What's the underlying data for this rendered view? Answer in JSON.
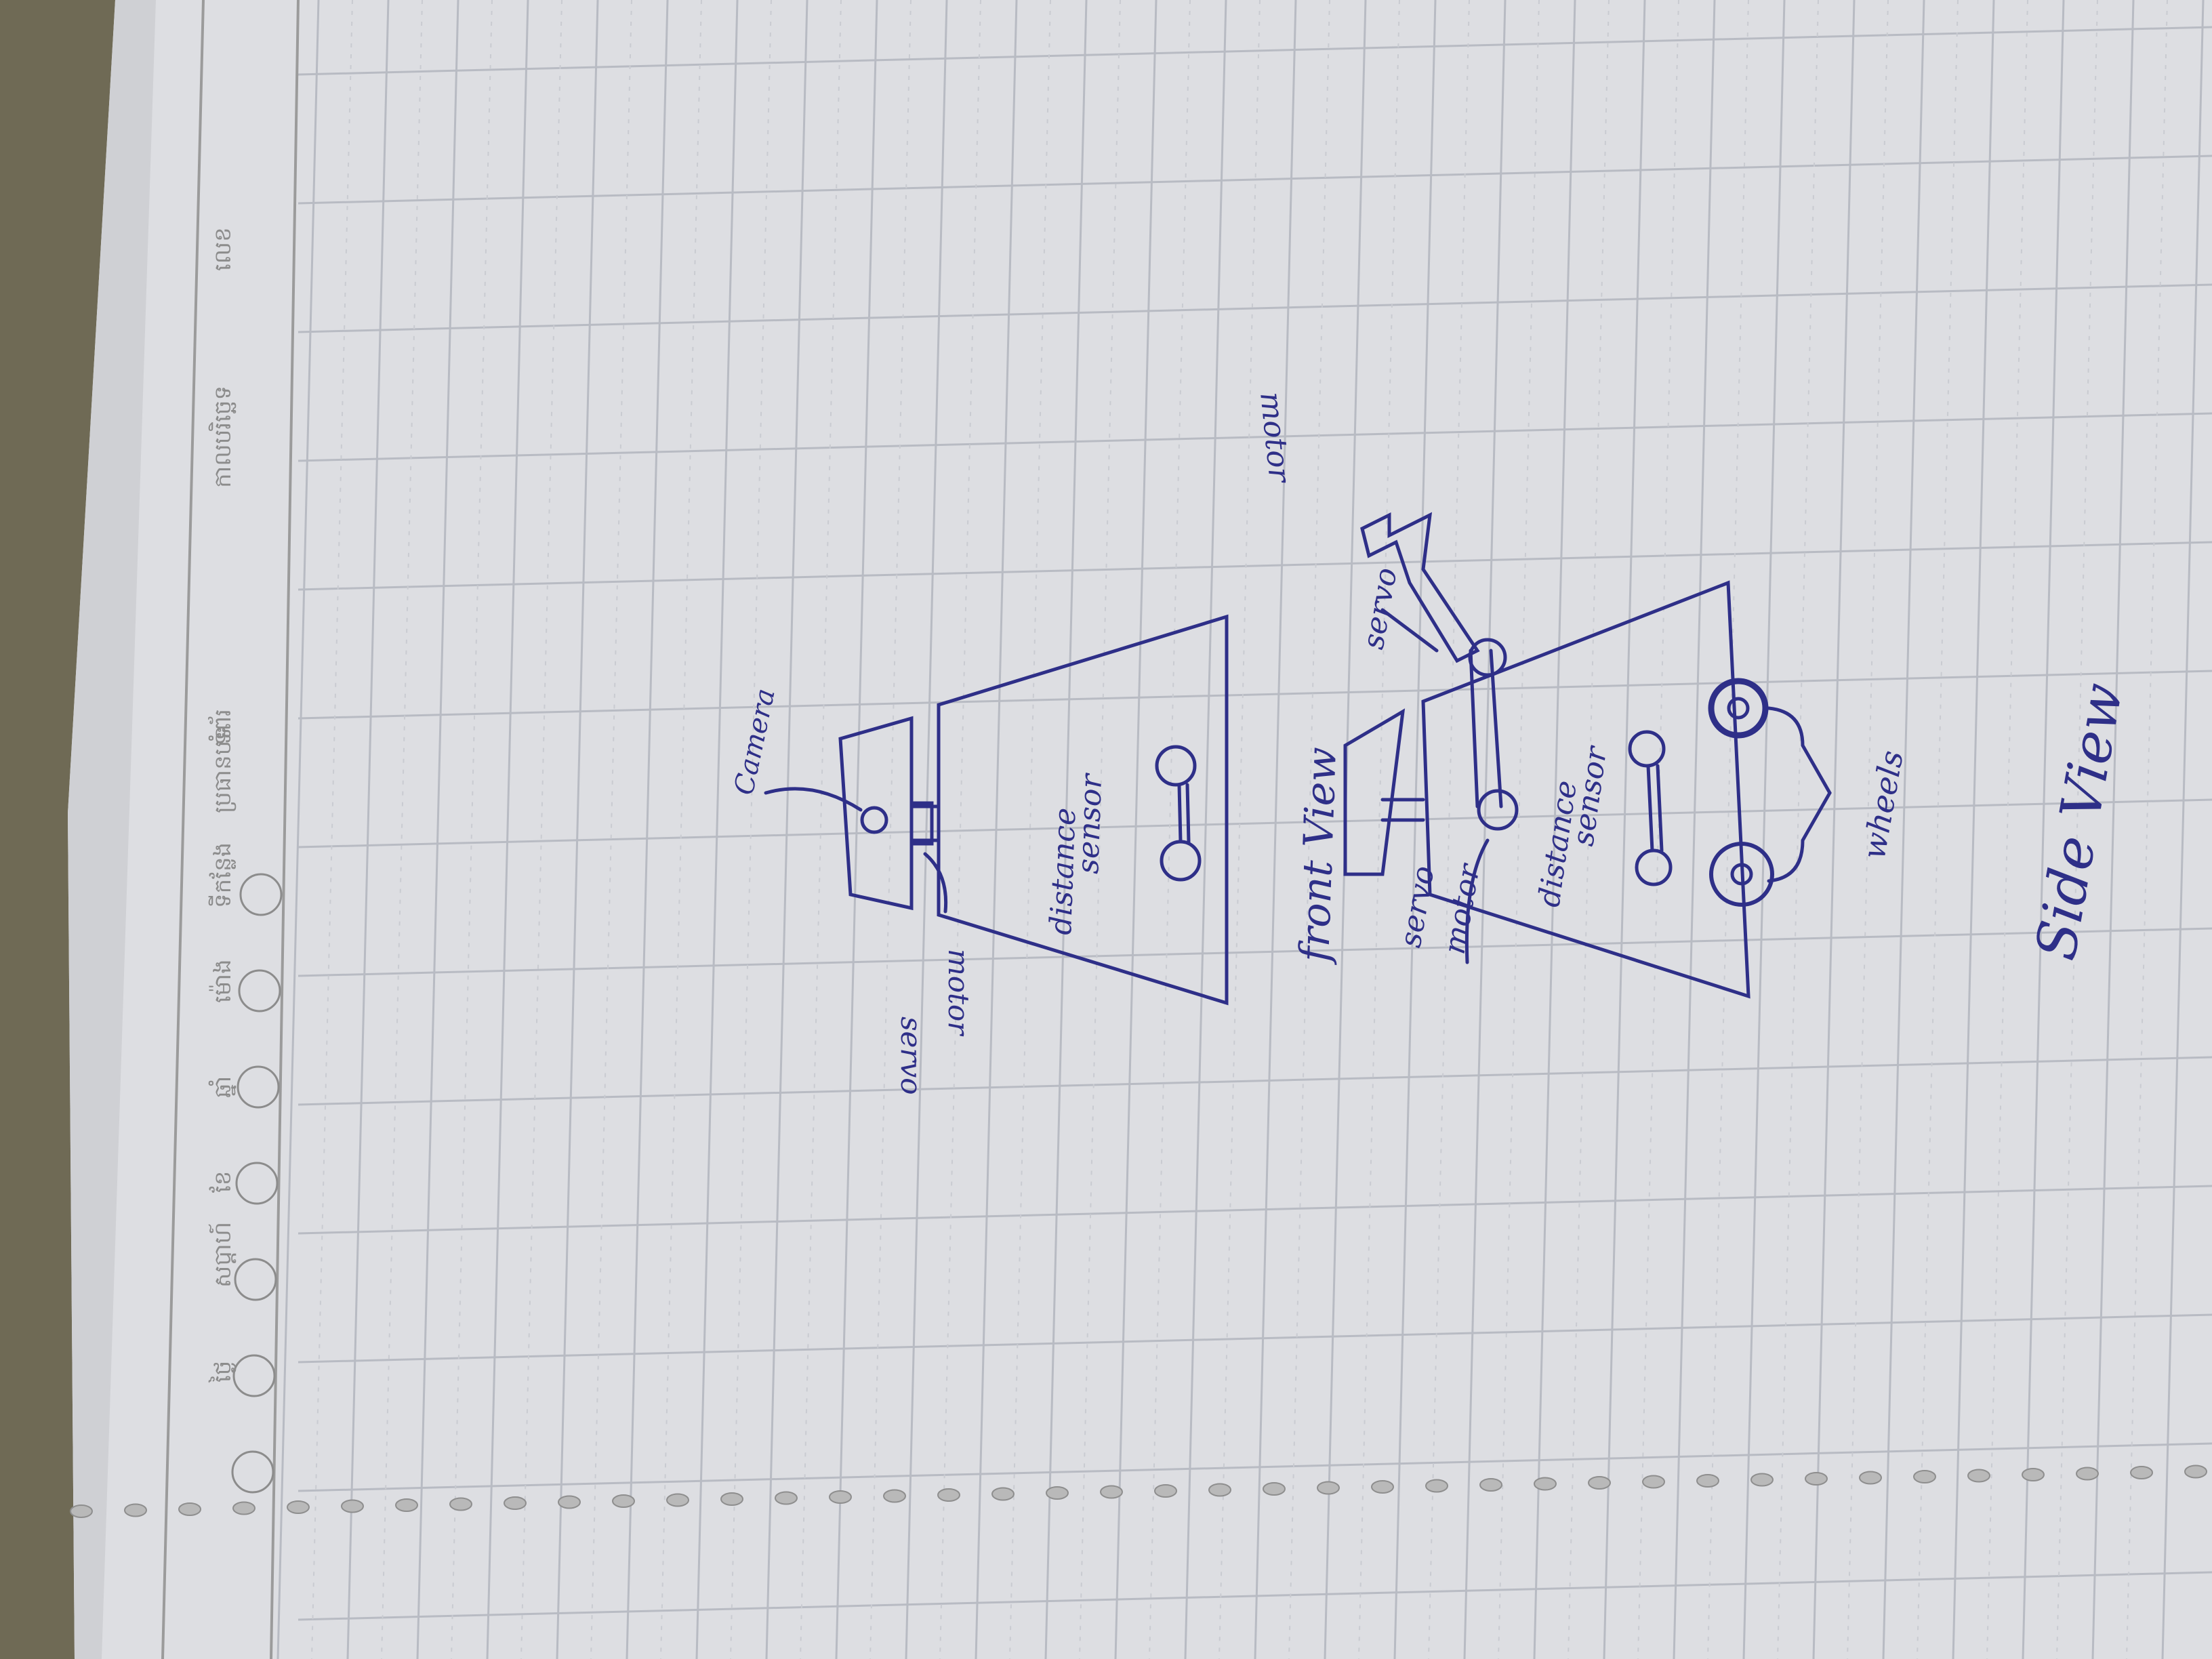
{
  "notebook_header": {
    "fields": [
      "ថ្ងៃ",
      "សប្ដាហ៍",
      "ខែ",
      "ឆ្នាំ",
      "ម៉ោង",
      "ទីកន្លែង",
      "ប្រធានបទ",
      "ទំព័រ",
      "កាលបរិច្ឆេទ",
      "លេខ"
    ]
  },
  "diagram": {
    "front_view": {
      "title": "front View",
      "labels": {
        "camera": "Camera",
        "servo": "servo",
        "motor": "motor",
        "distance": "distance",
        "sensor": "sensor"
      }
    },
    "side_view": {
      "title": "Side View",
      "labels": {
        "servo_top": "servo",
        "motor_top": "motor",
        "servo_bottom": "servo",
        "motor_bottom": "motor",
        "distance": "distance",
        "sensor": "sensor",
        "wheels": "wheels"
      }
    }
  },
  "colors": {
    "ink": "#2e2f88",
    "paper": "#dcdde0",
    "grid": "#b9bcc4",
    "header_ink": "#8c8c8c",
    "background": "#6f6a55"
  }
}
